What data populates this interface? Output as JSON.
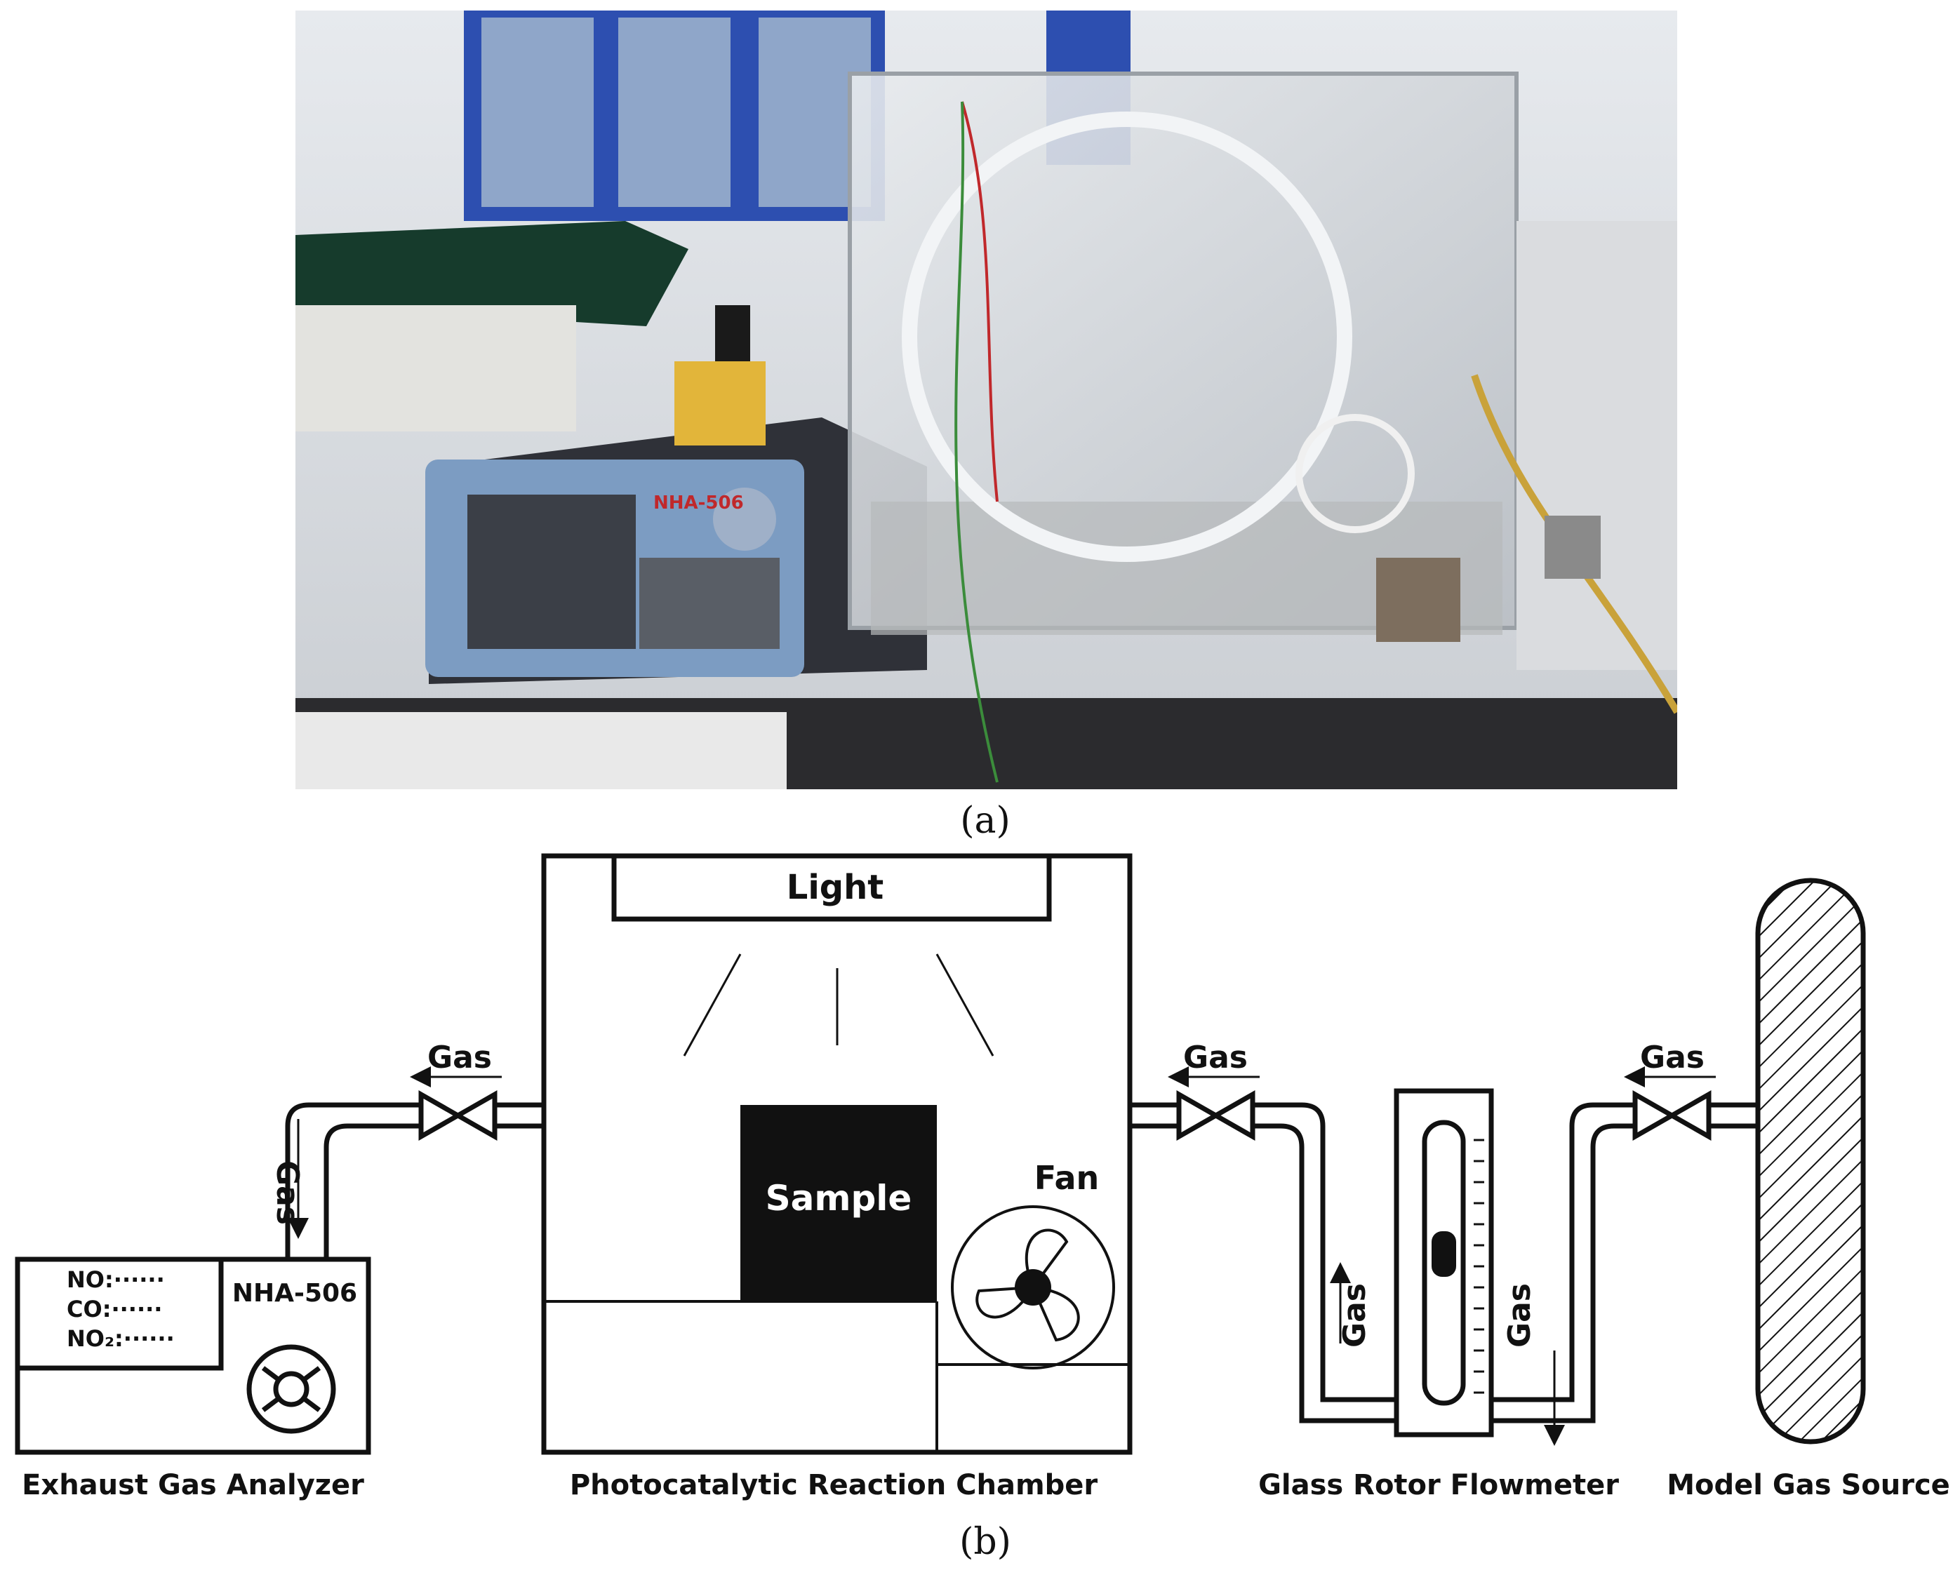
{
  "captions": {
    "a": "(a)",
    "b": "(b)"
  },
  "photo": {
    "analyzer_screen_label": "NHA-506"
  },
  "diagram": {
    "analyzer": {
      "readings": [
        "NO:······",
        "CO:······",
        "NO₂:······"
      ],
      "model": "NHA-506",
      "label": "Exhaust Gas Analyzer"
    },
    "chamber": {
      "light": "Light",
      "sample": "Sample",
      "fan": "Fan",
      "label": "Photocatalytic Reaction Chamber"
    },
    "flowmeter": {
      "label": "Glass Rotor Flowmeter"
    },
    "source": {
      "label": "Model Gas Source"
    },
    "gas_label": "Gas"
  },
  "colors": {
    "line": "#111111",
    "photo_bench": "#2b2b2e",
    "photo_wall": "#d9dde3",
    "cabinet_blue": "#2d4fb0"
  }
}
